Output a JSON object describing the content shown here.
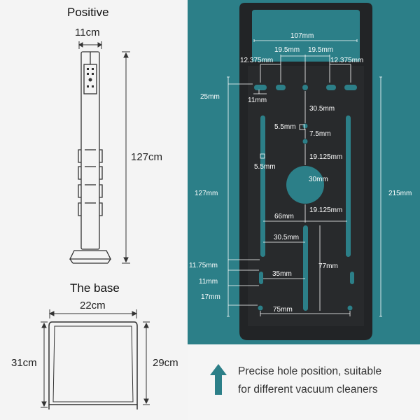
{
  "left_panel": {
    "positive": {
      "title": "Positive",
      "width_label": "11cm",
      "height_label": "127cm"
    },
    "base": {
      "title": "The base",
      "width_label": "22cm",
      "depth_left_label": "31cm",
      "depth_right_label": "29cm"
    }
  },
  "right_panel": {
    "dimensions": {
      "d107": "107mm",
      "d19_5_a": "19.5mm",
      "d19_5_b": "19.5mm",
      "d12_375_a": "12.375mm",
      "d12_375_b": "12.375mm",
      "d25": "25mm",
      "d11_top": "11mm",
      "d30_5_top": "30.5mm",
      "d5_5_a": "5.5mm",
      "d7_5": "7.5mm",
      "d19_125_a": "19.125mm",
      "d5_5_b": "5.5mm",
      "d30": "30mm",
      "d127": "127mm",
      "d215": "215mm",
      "d19_125_b": "19.125mm",
      "d66": "66mm",
      "d30_5_mid": "30.5mm",
      "d11_75": "11.75mm",
      "d77": "77mm",
      "d35": "35mm",
      "d11_mid": "11mm",
      "d17": "17mm",
      "d75": "75mm"
    },
    "colors": {
      "background": "#2c7f88",
      "plate": "#222426",
      "arrow": "#2c7f88"
    }
  },
  "caption": {
    "line1": "Precise hole position, suitable",
    "line2": "for different vacuum cleaners",
    "icon": "arrow-up-icon"
  }
}
